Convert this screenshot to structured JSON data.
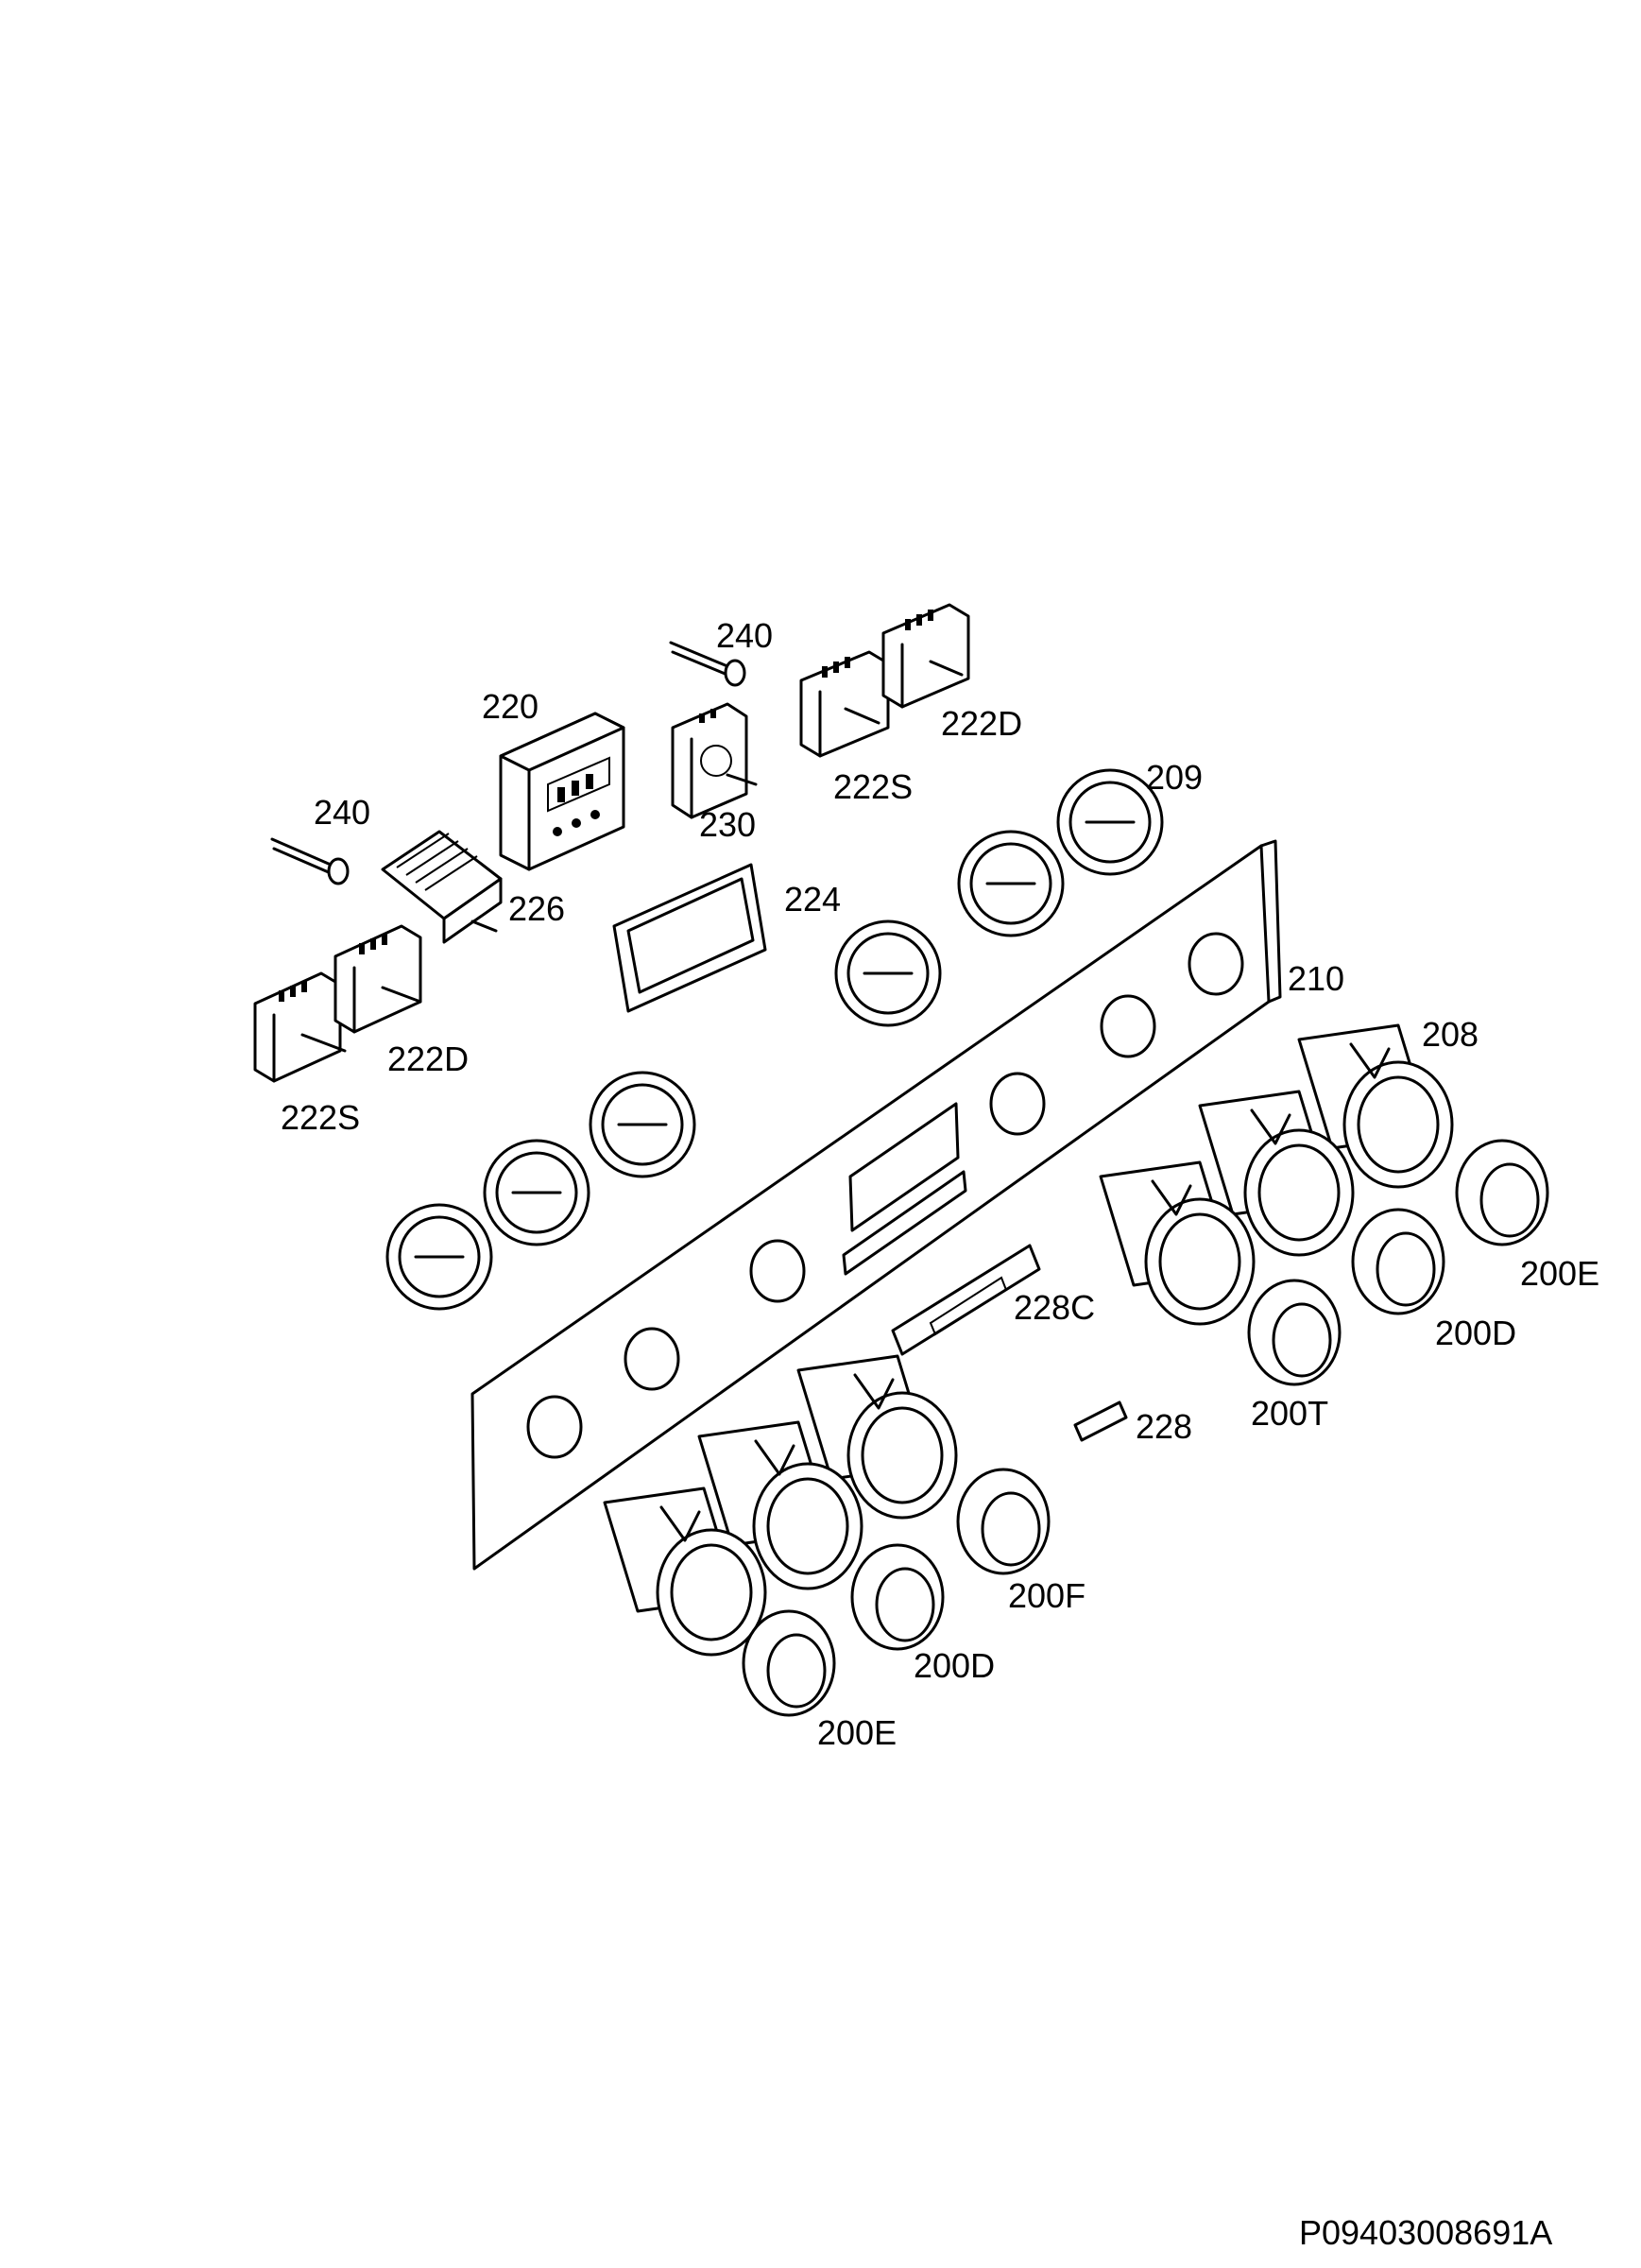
{
  "labels": {
    "l240a": "240",
    "l222d_top": "222D",
    "l220": "220",
    "l222s_top": "222S",
    "l230": "230",
    "l209": "209",
    "l240b": "240",
    "l226": "226",
    "l224": "224",
    "l222d_left": "222D",
    "l222s_left": "222S",
    "l210": "210",
    "l208": "208",
    "l228c": "228C",
    "l228": "228",
    "l200t": "200T",
    "l200e_right": "200E",
    "l200d_right": "200D",
    "l200f": "200F",
    "l200d_bottom": "200D",
    "l200e_bottom": "200E"
  },
  "footer": {
    "drawing_code": "P09403008691A"
  }
}
